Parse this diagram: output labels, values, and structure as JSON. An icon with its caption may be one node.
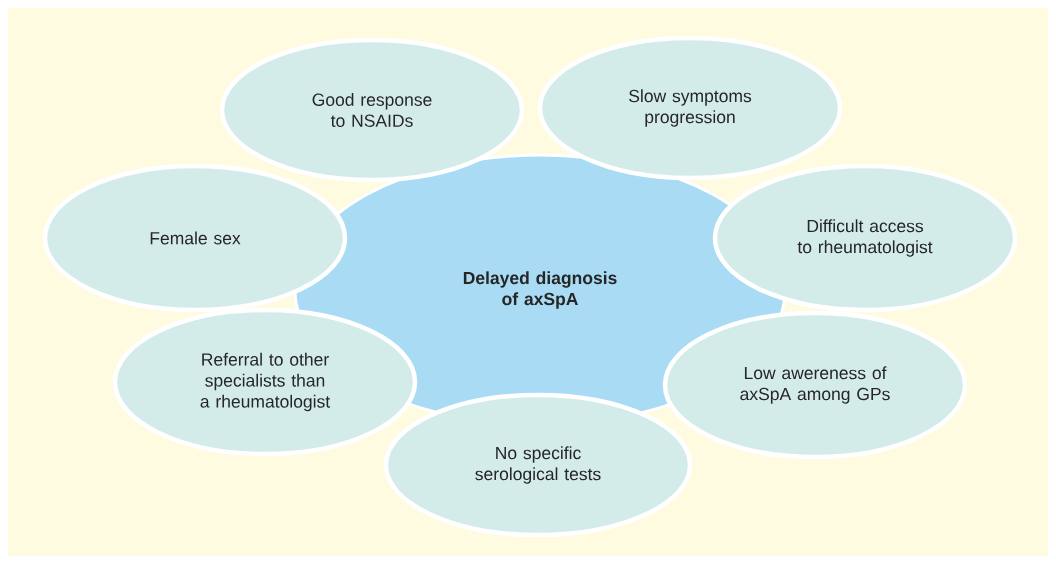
{
  "diagram": {
    "nodes": [
      {
        "text": [
          "**Delayed diagnosis of axSpA**"
        ]
      },
      {
        "text": [
          "Good response to NSAIDs"
        ]
      },
      {
        "text": [
          "Slow symptoms progression"
        ]
      },
      {
        "text": [
          "Female sex"
        ]
      },
      {
        "text": [
          "Difficult access to rheumatologist"
        ]
      },
      {
        "text": [
          "Referral to other specialists than a rheumatologist"
        ]
      },
      {
        "text": [
          "Low awereness of axSpA among GPs"
        ]
      },
      {
        "text": [
          "No specific serological tests"
        ]
      }
    ]
  }
}
